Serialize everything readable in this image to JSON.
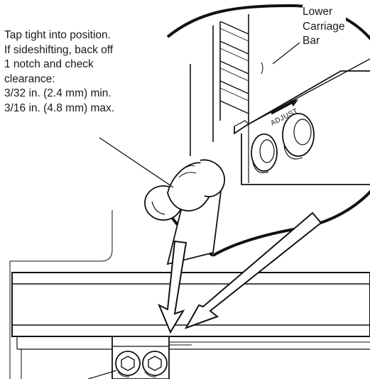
{
  "callouts": {
    "tap_instruction": [
      "Tap tight into position.",
      "If sideshifting, back off",
      "1 notch and check",
      "clearance:",
      "3/32 in. (2.4 mm) min.",
      "3/16 in. (4.8 mm) max."
    ],
    "lower_carriage_bar": [
      "Lower",
      "Carriage",
      "Bar"
    ]
  },
  "labels": {
    "adjust": "ADJUST"
  },
  "colors": {
    "ink": "#111111",
    "paper": "#ffffff",
    "shade": "#e6e6e6"
  }
}
